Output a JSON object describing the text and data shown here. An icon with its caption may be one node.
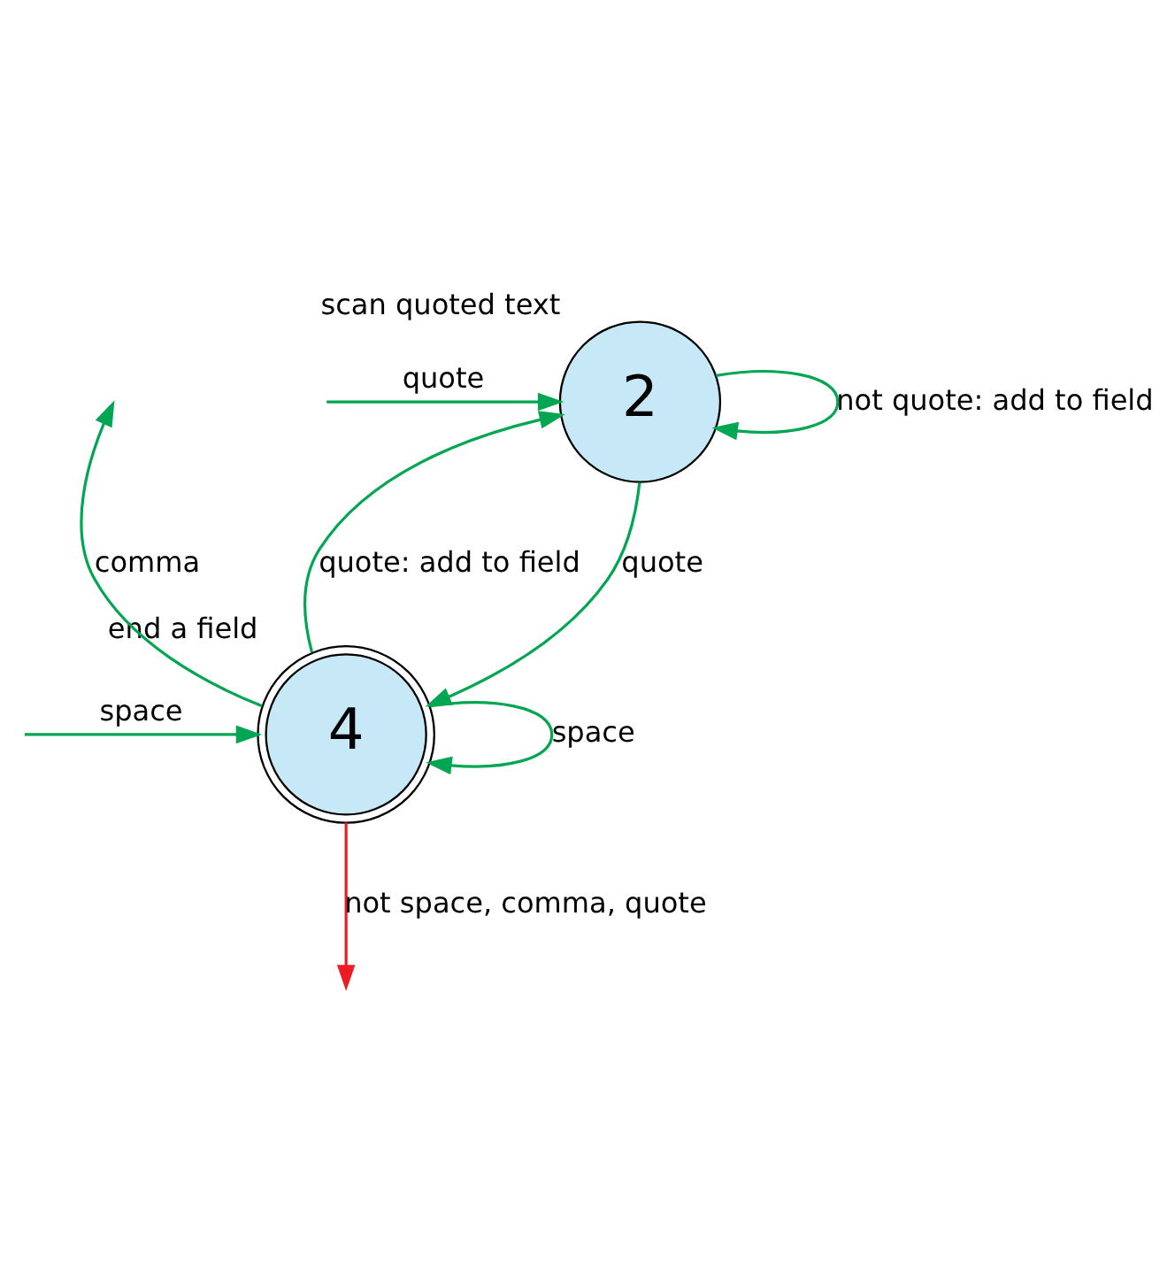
{
  "diagram": {
    "nodes": [
      {
        "text": [
          "2"
        ],
        "beside": [
          "scan quoted text"
        ]
      },
      {
        "text": [
          "4"
        ],
        "beside": [
          "end a field"
        ]
      }
    ],
    "edges": [
      {
        "from": null,
        "to": 0,
        "arrow": "to",
        "label": "quote"
      },
      {
        "from": 0,
        "to": 0,
        "arrow": "to",
        "label": "not quote: add to field"
      },
      {
        "from": 0,
        "to": 1,
        "arrow": "to",
        "label": "quote"
      },
      {
        "from": 1,
        "to": 0,
        "arrow": "to",
        "label": "quote: add to field"
      },
      {
        "from": 1,
        "to": null,
        "arrow": "to",
        "label": "comma"
      },
      {
        "from": null,
        "to": 1,
        "arrow": "to",
        "label": "space"
      },
      {
        "from": 1,
        "to": 1,
        "arrow": "to",
        "label": "space"
      },
      {
        "from": 1,
        "to": null,
        "arrow": "to",
        "label": "not space, comma, quote",
        "color": "#ed1c24"
      }
    ]
  }
}
